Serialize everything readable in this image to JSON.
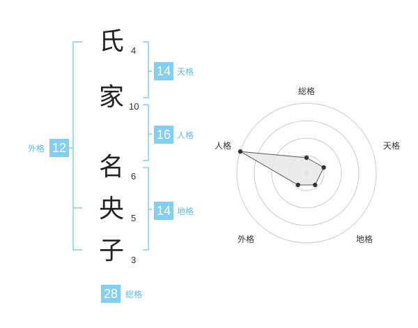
{
  "characters": [
    {
      "char": "氏",
      "strokes": "4"
    },
    {
      "char": "家",
      "strokes": "10"
    },
    {
      "char": "名",
      "strokes": "6"
    },
    {
      "char": "央",
      "strokes": "5"
    },
    {
      "char": "子",
      "strokes": "3"
    }
  ],
  "kakusu": {
    "tenkaku": {
      "label": "天格",
      "value": "14"
    },
    "jinkaku": {
      "label": "人格",
      "value": "16"
    },
    "chikaku": {
      "label": "地格",
      "value": "14"
    },
    "gaikaku": {
      "label": "外格",
      "value": "12"
    },
    "soukaku": {
      "label": "総格",
      "value": "28"
    }
  },
  "chart_data": {
    "type": "radar",
    "axes": [
      "総格",
      "天格",
      "地格",
      "外格",
      "人格"
    ],
    "values": [
      0.22,
      0.26,
      0.21,
      0.21,
      1.0
    ],
    "rings": 4,
    "colors": {
      "ring": "#cccccc",
      "fill": "#e6e6e6",
      "line": "#555555",
      "point": "#333333",
      "center": "#cccccc"
    }
  },
  "colors": {
    "accent": "#82CEF5",
    "accent_text": "#5DBBEA",
    "bracket": "#82CEF5"
  }
}
